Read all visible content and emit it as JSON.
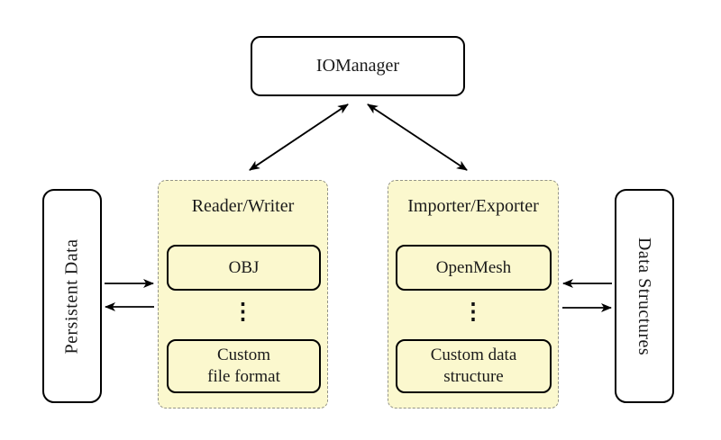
{
  "colors": {
    "background": "#ffffff",
    "panel_fill": "#fbf8ce",
    "panel_border": "#949488",
    "node_fill": "#ffffff",
    "node_border": "#000000",
    "arrow": "#000000"
  },
  "nodes": {
    "io_manager": {
      "label": "IOManager"
    },
    "persistent_data": {
      "label": "Persistent Data"
    },
    "data_structures": {
      "label": "Data Structures"
    },
    "reader_writer": {
      "title": "Reader/Writer",
      "item_top": "OBJ",
      "ellipsis": "⋮",
      "item_bottom_line1": "Custom",
      "item_bottom_line2": "file format"
    },
    "importer_exporter": {
      "title": "Importer/Exporter",
      "item_top": "OpenMesh",
      "ellipsis": "⋮",
      "item_bottom_line1": "Custom data",
      "item_bottom_line2": "structure"
    }
  },
  "edges": [
    {
      "name": "io-manager-reader-writer",
      "direction": "bidirectional"
    },
    {
      "name": "io-manager-importer-exporter",
      "direction": "bidirectional"
    },
    {
      "name": "persistent-data-to-reader-writer",
      "direction": "right"
    },
    {
      "name": "reader-writer-to-persistent-data",
      "direction": "left"
    },
    {
      "name": "data-structures-to-importer-exporter",
      "direction": "left"
    },
    {
      "name": "importer-exporter-to-data-structures",
      "direction": "right"
    }
  ]
}
